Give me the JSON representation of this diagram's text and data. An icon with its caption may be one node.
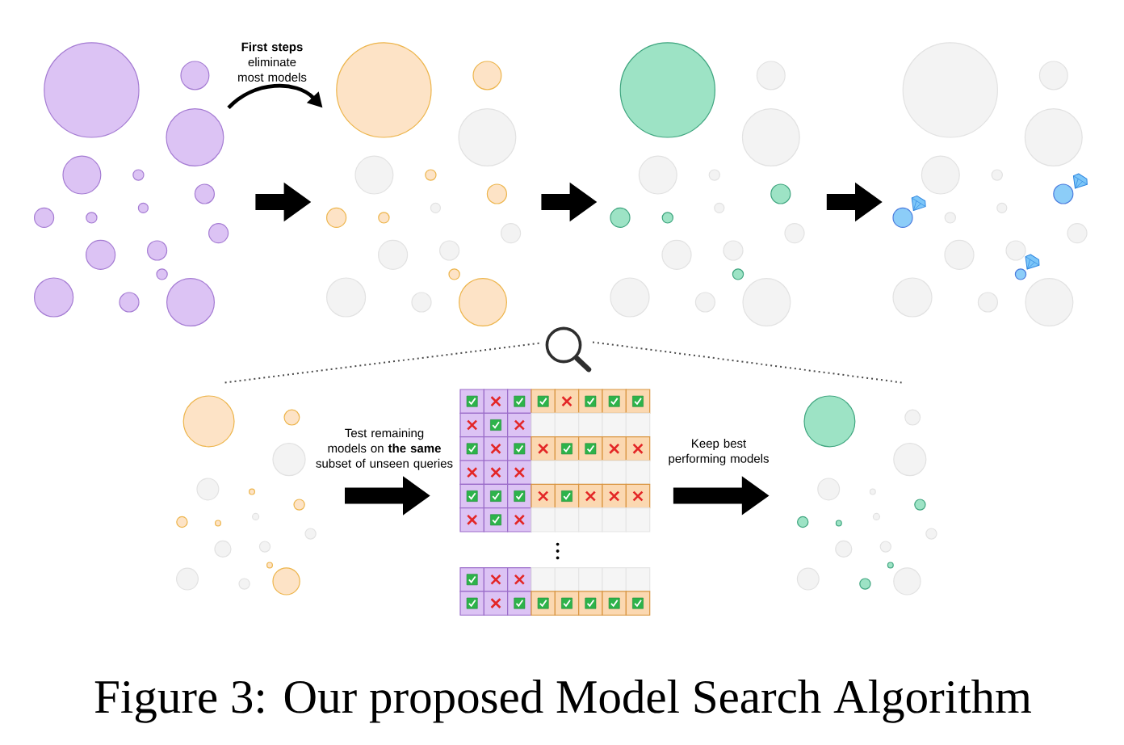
{
  "diagram": {
    "caption": "Figure 3: Our proposed Model Search Algorithm",
    "nodes": [
      {
        "text": [],
        "shape": "picture"
      },
      {
        "text": [],
        "shape": "picture"
      },
      {
        "text": [],
        "shape": "picture"
      },
      {
        "text": [],
        "shape": "picture"
      },
      {
        "text": [],
        "shape": "picture"
      },
      {
        "text": [],
        "shape": "picture"
      },
      {
        "text": [],
        "shape": "picture"
      }
    ],
    "edges": [
      {
        "from": 0,
        "to": 1,
        "arrow": "to"
      },
      {
        "from": 0,
        "to": 1,
        "arrow": "to",
        "label": "**First steps** eliminate most models"
      },
      {
        "from": 1,
        "to": 2,
        "arrow": "to"
      },
      {
        "from": 2,
        "to": 3,
        "arrow": "to"
      },
      {
        "from": 4,
        "to": 5,
        "arrow": "to",
        "label": "Test remaining models on **the same** subset of unseen queries"
      },
      {
        "from": 5,
        "to": 6,
        "arrow": "to",
        "label": "Keep best performing models"
      }
    ]
  }
}
